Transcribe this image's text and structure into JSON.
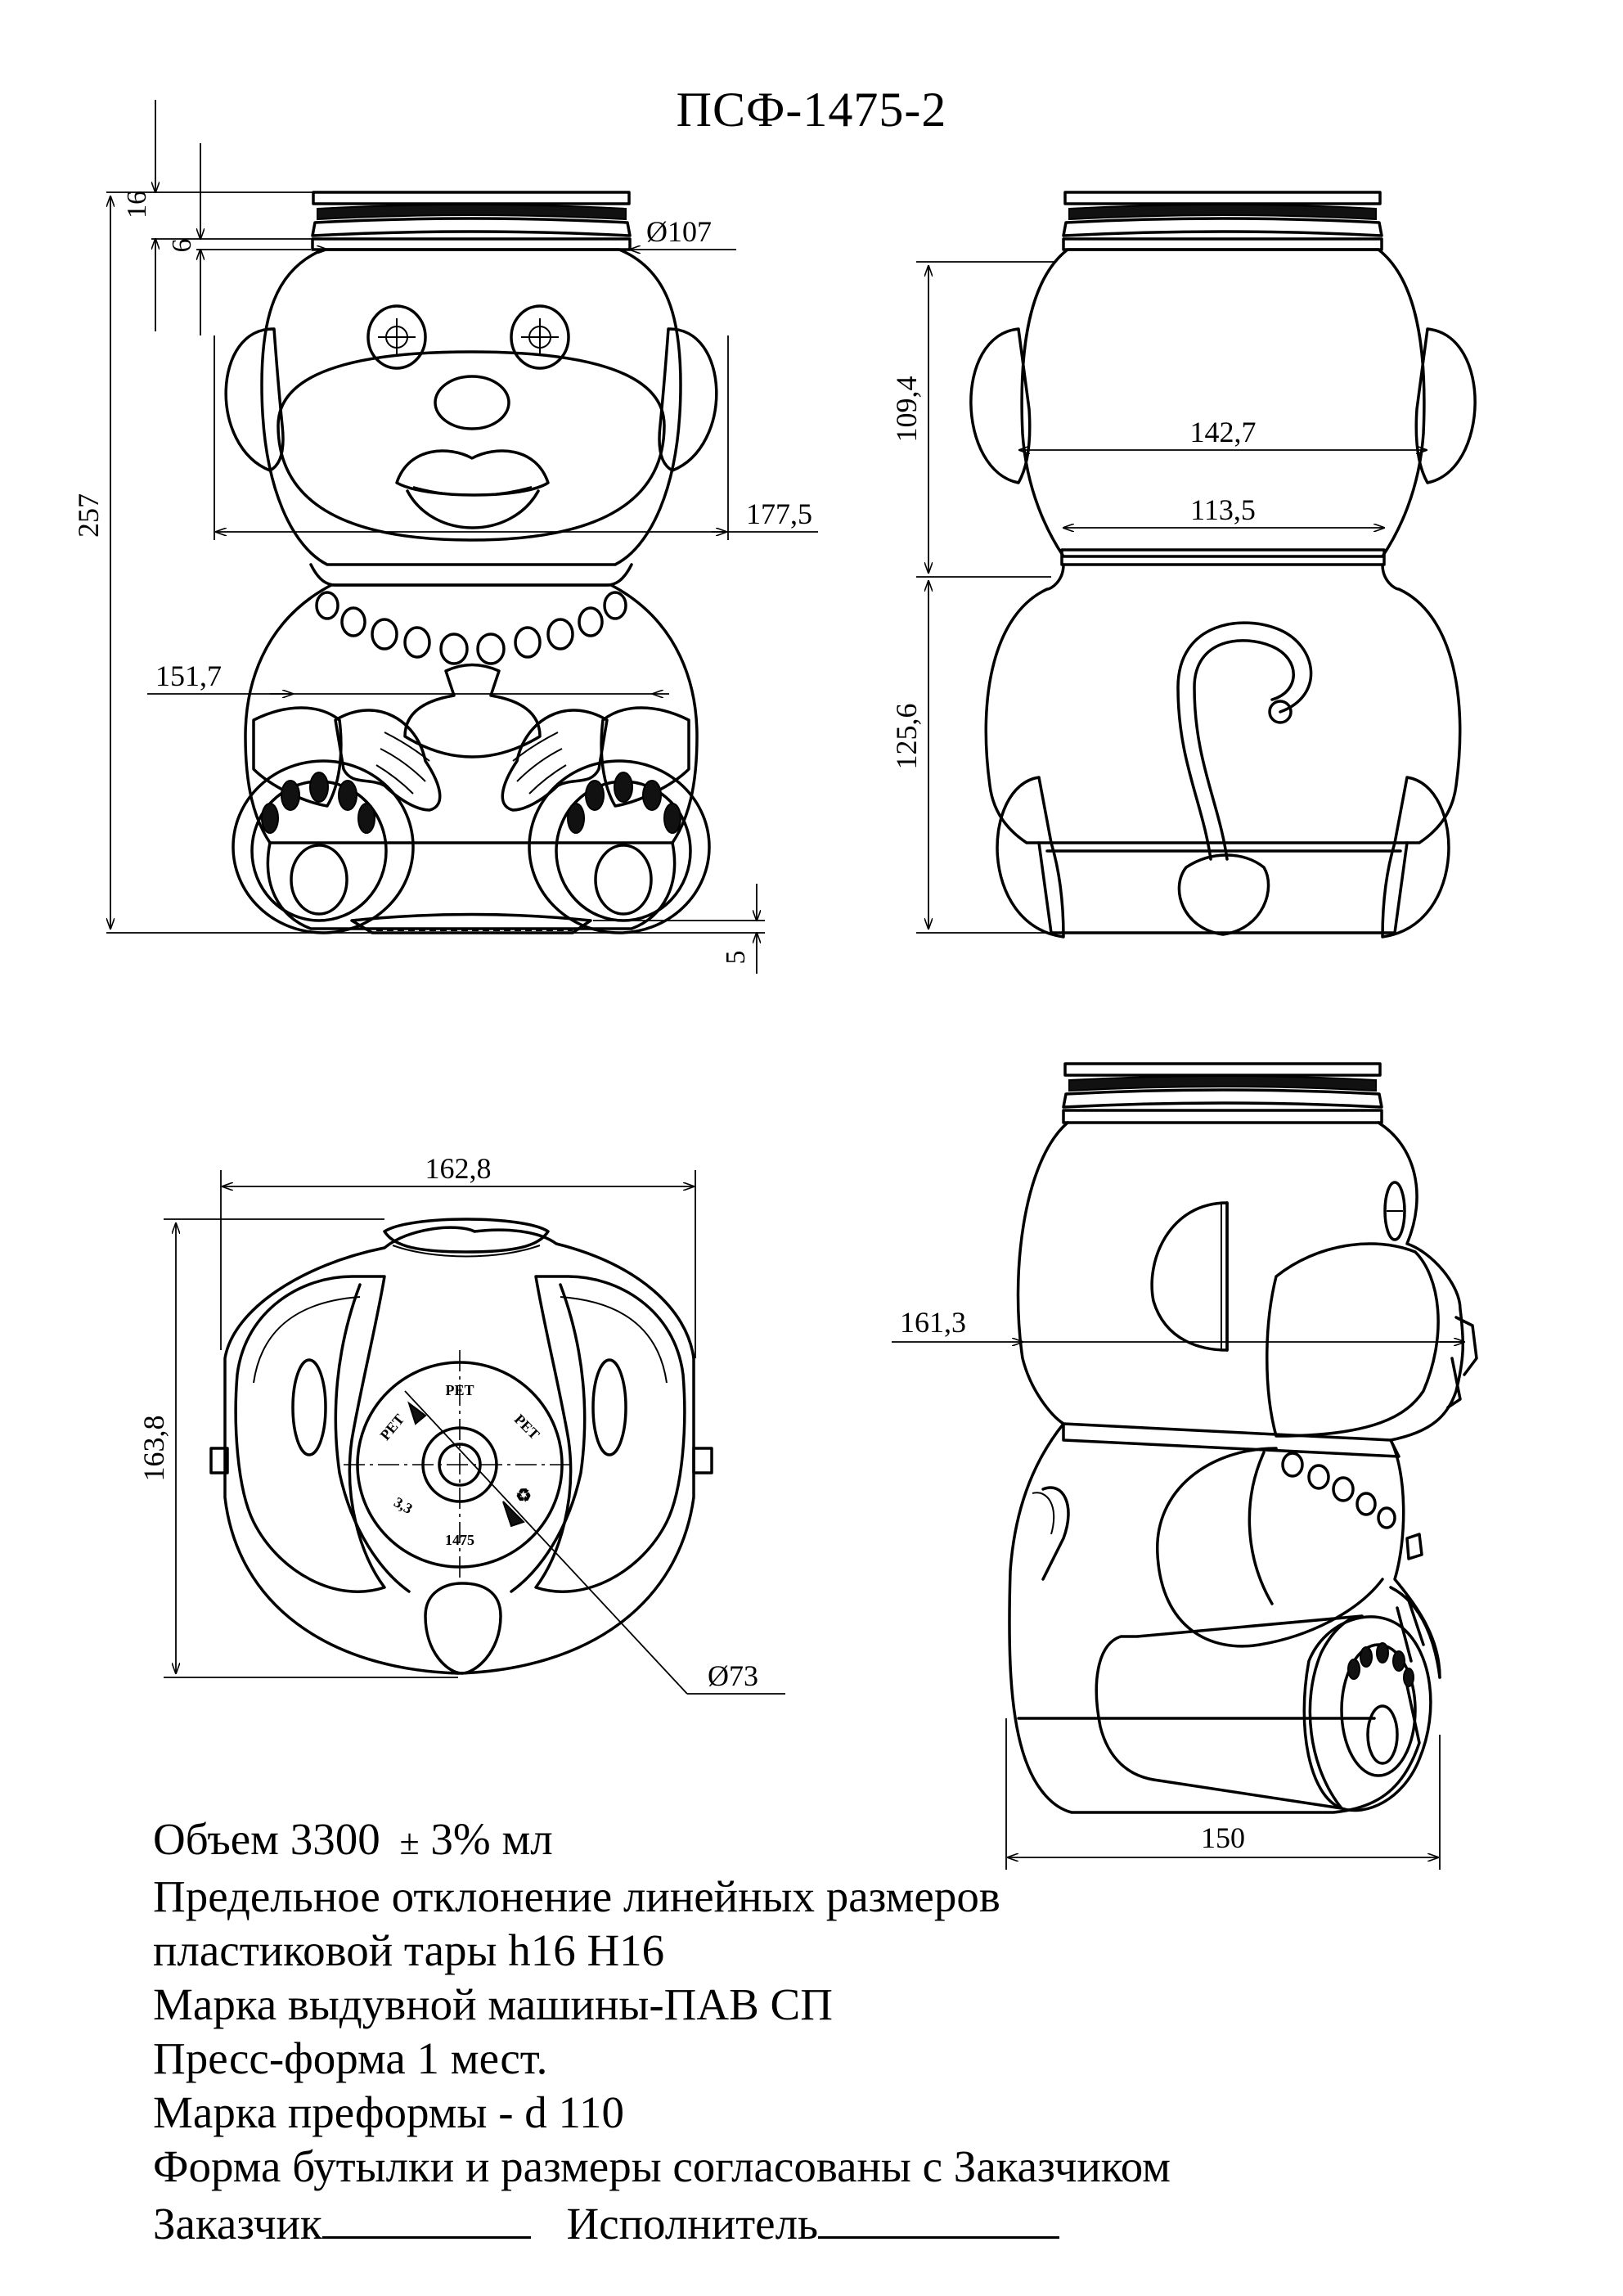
{
  "title": "ПСФ-1475-2",
  "dimensions": {
    "front": {
      "neck_height": "16",
      "ring_height": "6",
      "neck_diameter": "Ø107",
      "overall_height": "257",
      "ear_width": "177,5",
      "belly_width": "151,7",
      "base_gap": "5"
    },
    "side": {
      "upper_height": "109,4",
      "lower_height": "125,6",
      "shoulder_width": "142,7",
      "waist_width": "113,5"
    },
    "bottom": {
      "width": "162,8",
      "depth": "163,8",
      "center_diameter": "Ø73",
      "base_marks": [
        "1475",
        "3,3",
        "PET",
        "♻",
        "PET",
        "PET"
      ]
    },
    "profile": {
      "head_width": "161,3",
      "base_width": "150"
    }
  },
  "notes": [
    {
      "label": "Объем 3300",
      "tolerance": "±",
      "value": "3% мл"
    },
    {
      "text": "Предельное отклонение линейных размеров"
    },
    {
      "text": "пластиковой тары h16 H16"
    },
    {
      "text": "Марка выдувной машины-ПАВ СП"
    },
    {
      "text": "Пресс-форма 1 мест."
    },
    {
      "text": "Марка преформы - d 110"
    },
    {
      "text": "Форма бутылки и размеры согласованы с Заказчиком"
    }
  ],
  "signatures": {
    "customer_label": "Заказчик",
    "contractor_label": "Исполнитель"
  }
}
